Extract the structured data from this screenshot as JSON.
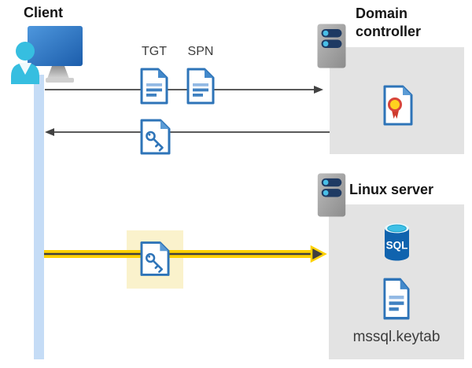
{
  "client": {
    "label": "Client"
  },
  "flows": {
    "tgt_label": "TGT",
    "spn_label": "SPN"
  },
  "domain_controller": {
    "label": "Domain controller"
  },
  "linux_server": {
    "label": "Linux server",
    "sql_label": "SQL",
    "keytab_label": "mssql.keytab"
  },
  "icons": [
    "client-workstation-icon",
    "server-icon",
    "document-icon",
    "key-document-icon",
    "certificate-icon",
    "sql-database-icon"
  ],
  "colors": {
    "accent_yellow": "#FFD100",
    "arrow_gray": "#424242",
    "box_gray": "#E3E3E3",
    "highlight_yellow": "#FAF2CC",
    "line_blue": "#C5DCF6",
    "doc_blue": "#2E74B8",
    "heading_black": "#151515",
    "label_gray": "#3D3D3D"
  }
}
